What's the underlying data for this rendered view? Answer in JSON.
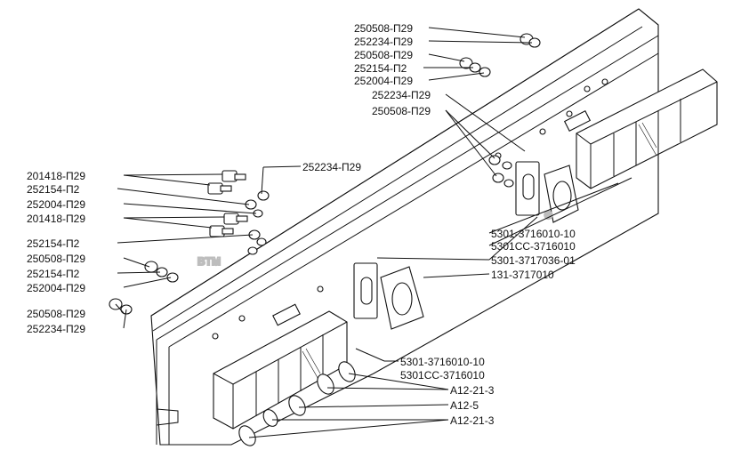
{
  "watermark": {
    "text": "BTM",
    "registered": "®"
  },
  "labels": [
    {
      "id": "l1",
      "text": "250508-П29"
    },
    {
      "id": "l2",
      "text": "252234-П29"
    },
    {
      "id": "l3",
      "text": "250508-П29"
    },
    {
      "id": "l4",
      "text": "252154-П2"
    },
    {
      "id": "l5",
      "text": "252004-П29"
    },
    {
      "id": "l6",
      "text": "252234-П29"
    },
    {
      "id": "l7",
      "text": "250508-П29"
    },
    {
      "id": "l8",
      "text": "201418-П29"
    },
    {
      "id": "l9",
      "text": "252234-П29"
    },
    {
      "id": "l10",
      "text": "252154-П2"
    },
    {
      "id": "l11",
      "text": "252004-П29"
    },
    {
      "id": "l12",
      "text": "201418-П29"
    },
    {
      "id": "l13",
      "text": "252154-П2"
    },
    {
      "id": "l14",
      "text": "250508-П29"
    },
    {
      "id": "l15",
      "text": "252154-П2"
    },
    {
      "id": "l16",
      "text": "252004-П29"
    },
    {
      "id": "l17",
      "text": "250508-П29"
    },
    {
      "id": "l18",
      "text": "252234-П29"
    },
    {
      "id": "l19",
      "text": "5301-3716010-10"
    },
    {
      "id": "l20",
      "text": "5301СС-3716010"
    },
    {
      "id": "l21",
      "text": "5301-3717036-01"
    },
    {
      "id": "l22",
      "text": "131-3717010"
    },
    {
      "id": "l23",
      "text": "5301-3716010-10"
    },
    {
      "id": "l24",
      "text": "5301СС-3716010"
    },
    {
      "id": "l25",
      "text": "А12-21-3"
    },
    {
      "id": "l26",
      "text": "А12-5"
    },
    {
      "id": "l27",
      "text": "А12-21-3"
    }
  ]
}
